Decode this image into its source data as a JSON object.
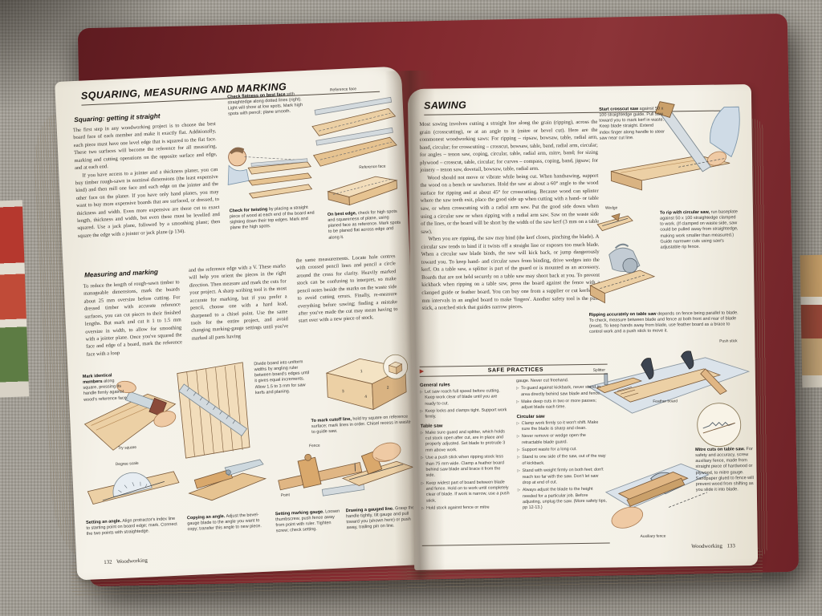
{
  "colors": {
    "cover": "#6F2127",
    "accent_red": "#B23026",
    "fabric": "#A39F96",
    "page": "#F4F1E8"
  },
  "left_page": {
    "title": "SQUARING, MEASURING AND MARKING",
    "footer_page_number": "132",
    "footer_label": "Woodworking",
    "squaring": {
      "heading": "Squaring: getting it straight",
      "para1": "The first step in any woodworking project is to choose the best board face of each member and make it exactly flat. Additionally, each piece must have one level edge that is squared to the flat face. These two surfaces will become the reference for all measuring, marking and cutting operations on the opposite surface and edge, and at each end.",
      "para2": "If you have access to a jointer and a thickness planer, you can buy timber rough-sawn in nominal dimensions (the least expensive kind) and then mill one face and each edge on the jointer and the other face on the planer. If you have only hand planes, you may want to buy more expensive boards that are surfaced, or dressed, to thickness and width. Even more expensive are those cut to exact length, thickness and width, but even these must be levelled and squared. Use a jack plane, followed by a smoothing plane; then square the edge with a jointer or jack plane (p 134)."
    },
    "measuring": {
      "heading": "Measuring and marking",
      "col1": "To reduce the length of rough-sawn timber to manageable dimensions, mark the boards about 25 mm oversize before cutting. For dressed timber with accurate reference surfaces, you can cut pieces to their finished lengths. But mark and cut it 1 to 1.5 mm oversize in width, to allow for smoothing with a jointer plane. Once you've squared the face and edge of a board, mark the reference face with a loop",
      "col2": "and the reference edge with a V. These marks will help you orient the pieces in the right direction. Then measure and mark the cuts for your project. A sharp scribing tool is the most accurate for marking, but if you prefer a pencil, choose one with a hard lead, sharpened to a chisel point. Use the same tools for the entire project, and avoid changing marking-gauge settings until you've marked all parts having",
      "col3": "the same measurements. Locate hole centres with crossed pencil lines and pencil a circle around the cross for clarity. Heavily marked stock can be confusing to interpret, so make pencil notes beside the marks on the waste side to avoid cutting errors. Finally, re-measure everything before sawing; finding a mistake after you've made the cut may mean having to start over with a new piece of stock."
    },
    "captions": {
      "flatness_lead": "Check flatness on best face",
      "flatness_rest": "with straightedge along dotted lines (right). Light will show at low spots. Mark high spots with pencil; plane smooth.",
      "twisting_lead": "Check for twisting",
      "twisting_rest": "by placing a straight piece of wood at each end of the board and sighting down their top edges. Mark and plane the high spots.",
      "best_edge_lead": "On best edge,",
      "best_edge_rest": "check for high spots and squareness of plane, using planed face as reference. Mark spots to be planed flat across edge and along it.",
      "mark_identical_lead": "Mark identical members",
      "mark_identical_rest": "along square, pressing its handle firmly against wood's reference face.",
      "divide_board": "Divide board into uniform widths by angling ruler between board's edges until it gives equal increments. Allow 1.5 to 3 mm for saw kerfs and planing.",
      "cutoff_lead": "To mark cutoff line,",
      "cutoff_rest": "hold try square on reference surface; mark lines in order. Chisel recess in waste to guide saw.",
      "setting_angle_lead": "Setting an angle.",
      "setting_angle_rest": "Align protractor's index line to starting point on board edge; mark. Connect the two points with straightedge.",
      "copying_angle_lead": "Copying an angle.",
      "copying_angle_rest": "Adjust the bevel-gauge blade to the angle you want to copy; transfer this angle to new piece.",
      "marking_gauge_lead": "Setting marking gauge.",
      "marking_gauge_rest": "Loosen thumbscrew, push fence away from point with ruler. Tighten screw; check setting.",
      "gauged_line_lead": "Drawing a gauged line.",
      "gauged_line_rest": "Grasp the handle tightly, tilt gauge and pull toward you (shown here) or push away, trailing pin on line."
    },
    "labels": {
      "reference_face_top": "Reference face",
      "reference_face_edge": "Reference face",
      "try_square": "Try square",
      "degree_scale": "Degree scale",
      "fence": "Fence",
      "point": "Point"
    },
    "cube_numbers": [
      "1",
      "2",
      "3",
      "4"
    ]
  },
  "right_page": {
    "title": "SAWING",
    "footer_page_number": "133",
    "footer_label": "Woodworking",
    "intro1": "Most sawing involves cutting a straight line along the grain (ripping), across the grain (crosscutting), or at an angle to it (mitre or bevel cut). Here are the commonest woodworking saws: For ripping – ripsaw, bowsaw, table, radial arm, band, circular; for crosscutting – crosscut, bowsaw, table, band, radial arm, circular; for angles – tenon saw, coping, circular, table, radial arm, mitre, band; for sizing plywood – crosscut, table, circular; for curves – compass, coping, band, jigsaw; for joinery – tenon saw, dovetail, bowsaw, table, radial arm.",
    "intro2": "Wood should not move or vibrate while being cut. When handsawing, support the wood on a bench or sawhorses. Hold the saw at about a 60° angle to the wood surface for ripping and at about 45° for crosscutting. Because wood can splinter where the saw teeth exit, place the good side up when cutting with a hand- or table saw, or when crosscutting with a radial arm saw. Put the good side down when using a circular saw or when ripping with a radial arm saw. Saw on the waste side of the lines, or the board will be short by the width of the saw kerf (3 mm on a table saw).",
    "intro3": "When you are ripping, the saw may bind (the kerf closes, pinching the blade). A circular saw tends to bind if it twists off a straight line or exposes too much blade. When a circular saw blade binds, the saw will kick back, or jump dangerously toward you. To keep hand- and circular saws from binding, drive wedges into the kerf. On a table saw, a splitter is part of the guard or is mounted as an accessory. Boards that are not held securely on a table saw may shoot back at you. To prevent kickback when ripping on a table saw, press the board against the fence with a clamped guide or feather board. You can buy one from a supplier or cut kerfs at 6 mm intervals in an angled board to make 'fingers'. Another safety tool is the push stick, a notched stick that guides narrow pieces.",
    "captions": {
      "crosscut_lead": "Start crosscut saw",
      "crosscut_rest": "against 50 x 100 straightedge guide. Pull saw toward you to mark kerf in waste. Keep blade straight. Extend index finger along handle to steer saw near cut line.",
      "rip_circular_lead": "To rip with circular saw,",
      "rip_circular_rest": "run baseplate against 50 x 100 straightedge clamped to work. (If clamped on waste side, saw could be pulled away from straightedge, making work smaller than measured.) Guide narrower cuts using saw's adjustable rip fence.",
      "ripping_table_lead": "Ripping accurately on table saw",
      "ripping_table_rest": "depends on fence being parallel to blade. To check, measure between blade and fence at both front and rear of blade (inset). To keep hands away from blade, use feather board as a brace to control work and a push stick to move it.",
      "mitre_lead": "Mitre cuts on table saw.",
      "mitre_rest": "For safety and accuracy, screw auxiliary fence, made from straight piece of hardwood or plywood, to mitre gauge. Sandpaper glued to fence will prevent wood from shifting as you slide it into blade."
    },
    "labels": {
      "wedge": "Wedge",
      "splitter": "Splitter",
      "push_stick": "Push stick",
      "feather_board": "Feather board",
      "auxiliary_fence": "Auxiliary fence"
    },
    "safe_practices": {
      "title": "SAFE PRACTICES",
      "general_heading": "General rules",
      "general": [
        "Let saw reach full speed before cutting. Keep work clear of blade until you are ready to cut.",
        "Keep locks and clamps tight. Support work firmly."
      ],
      "table_heading": "Table saw",
      "table": [
        "Make sure guard and splitter, which holds cut stock open after cut, are in place and properly adjusted. Set blade to protrude 3 mm above work.",
        "Use a push stick when ripping stock less than 75 mm wide. Clamp a feather board behind saw blade and brace it from the side.",
        "Keep widest part of board between blade and fence. Hold on to work until completely clear of blade. If work is narrow, use a push stick.",
        "Hold stock against fence or mitre"
      ],
      "cont_text": "gauge. Never cut freehand.",
      "cont": [
        "To guard against kickback, never stand in area directly behind saw blade and fence.",
        "Make deep cuts in two or more passes; adjust blade each time."
      ],
      "circular_heading": "Circular saw",
      "circular": [
        "Clamp work firmly so it won't shift. Make sure the blade is sharp and clean.",
        "Never remove or wedge open the retractable blade guard.",
        "Support waste for a long cut.",
        "Stand to one side of the saw, out of the way of kickback.",
        "Stand with weight firmly on both feet; don't reach too far with the saw. Don't let saw drop at end of cut.",
        "Always adjust the blade to the height needed for a particular job. Before adjusting, unplug the saw. (More safety tips, pp 12-13.)"
      ]
    }
  }
}
